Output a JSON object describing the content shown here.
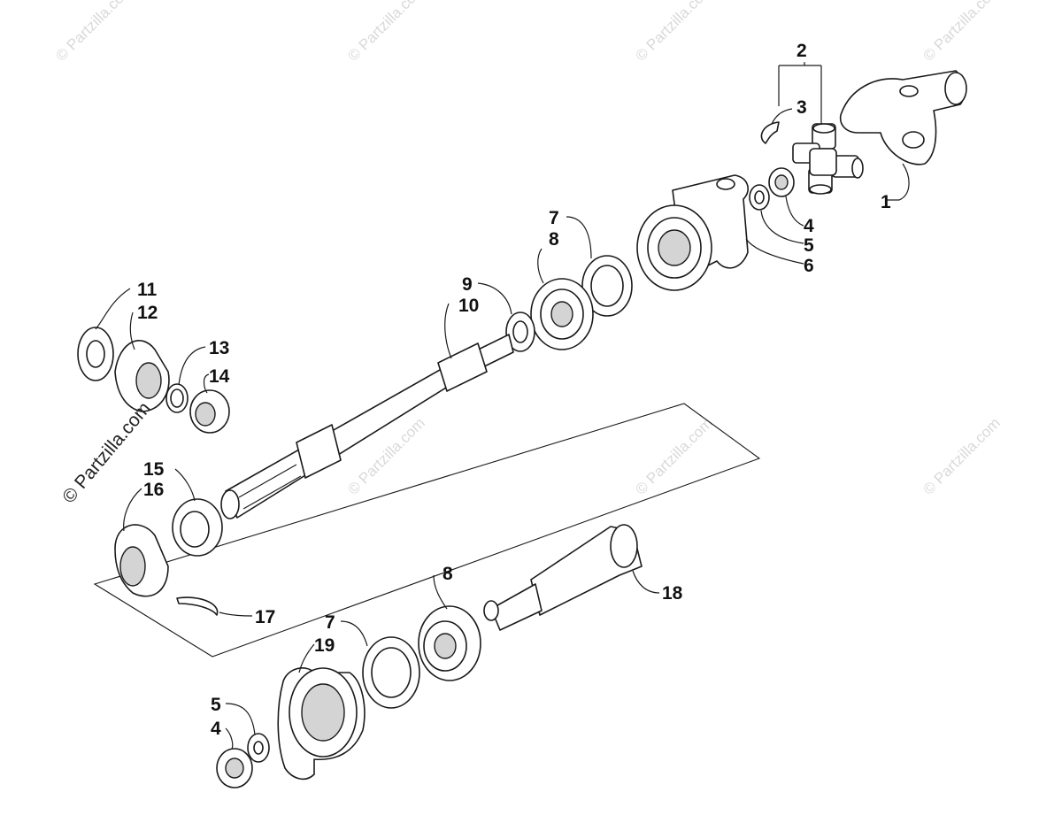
{
  "callouts": {
    "c1": "1",
    "c2": "2",
    "c3": "3",
    "c4": "4",
    "c5": "5",
    "c6": "6",
    "c7": "7",
    "c8": "8",
    "c9": "9",
    "c10": "10",
    "c11": "11",
    "c12": "12",
    "c13": "13",
    "c14": "14",
    "c15": "15",
    "c16": "16",
    "c17": "17",
    "c18": "18",
    "c19": "19",
    "c4b": "4",
    "c5b": "5",
    "c7b": "7",
    "c8b": "8"
  },
  "watermark": "© Partzilla.com",
  "copyright": "© Partzilla.com"
}
